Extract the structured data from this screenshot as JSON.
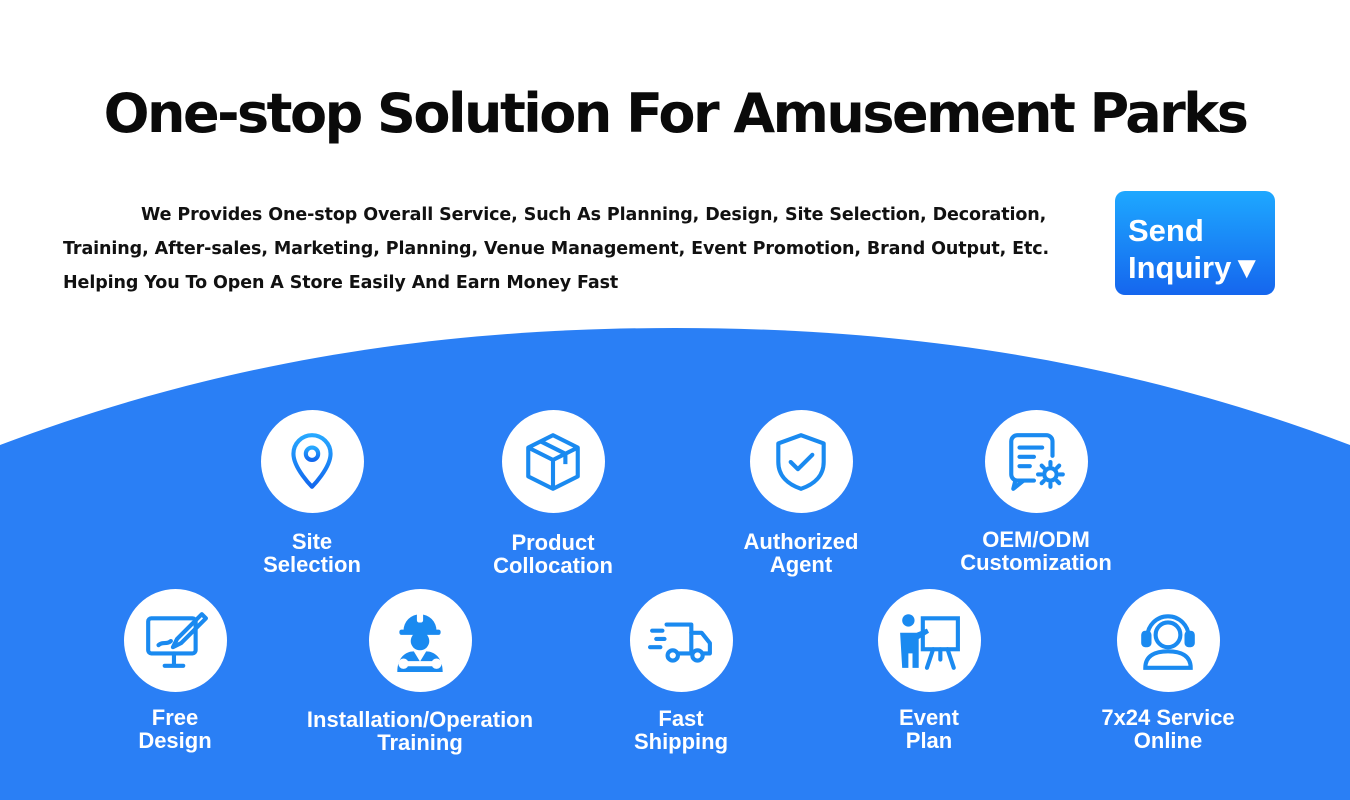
{
  "headline": "One-stop Solution For Amusement Parks",
  "description": {
    "line1": "We Provides One-stop Overall Service, Such As Planning, Design, Site Selection,  Decoration,",
    "line2": "Training,  After-sales, Marketing, Planning, Venue Management, Event Promotion, Brand Output, Etc.",
    "line3": "Helping You To Open A Store Easily And Earn Money Fast"
  },
  "inquiry_button": {
    "line1": "Send",
    "line2": "Inquiry▼"
  },
  "colors": {
    "brand_blue": "#2a7ff5",
    "button_top": "#1ea8ff",
    "button_bottom": "#1566ee",
    "icon_blue": "#1b8cf0"
  },
  "services": [
    {
      "icon": "location-pin-icon",
      "line1": "Site",
      "line2": "Selection"
    },
    {
      "icon": "package-box-icon",
      "line1": "Product",
      "line2": "Collocation"
    },
    {
      "icon": "shield-check-icon",
      "line1": "Authorized",
      "line2": "Agent"
    },
    {
      "icon": "document-gear-icon",
      "line1": "OEM/ODM",
      "line2": "Customization"
    },
    {
      "icon": "design-monitor-icon",
      "line1": "Free",
      "line2": "Design"
    },
    {
      "icon": "worker-wrench-icon",
      "line1": "Installation/Operation",
      "line2": "Training"
    },
    {
      "icon": "delivery-truck-icon",
      "line1": "Fast",
      "line2": "Shipping"
    },
    {
      "icon": "presenter-board-icon",
      "line1": "Event",
      "line2": "Plan"
    },
    {
      "icon": "headset-support-icon",
      "line1": "7x24 Service",
      "line2": "Online"
    }
  ]
}
